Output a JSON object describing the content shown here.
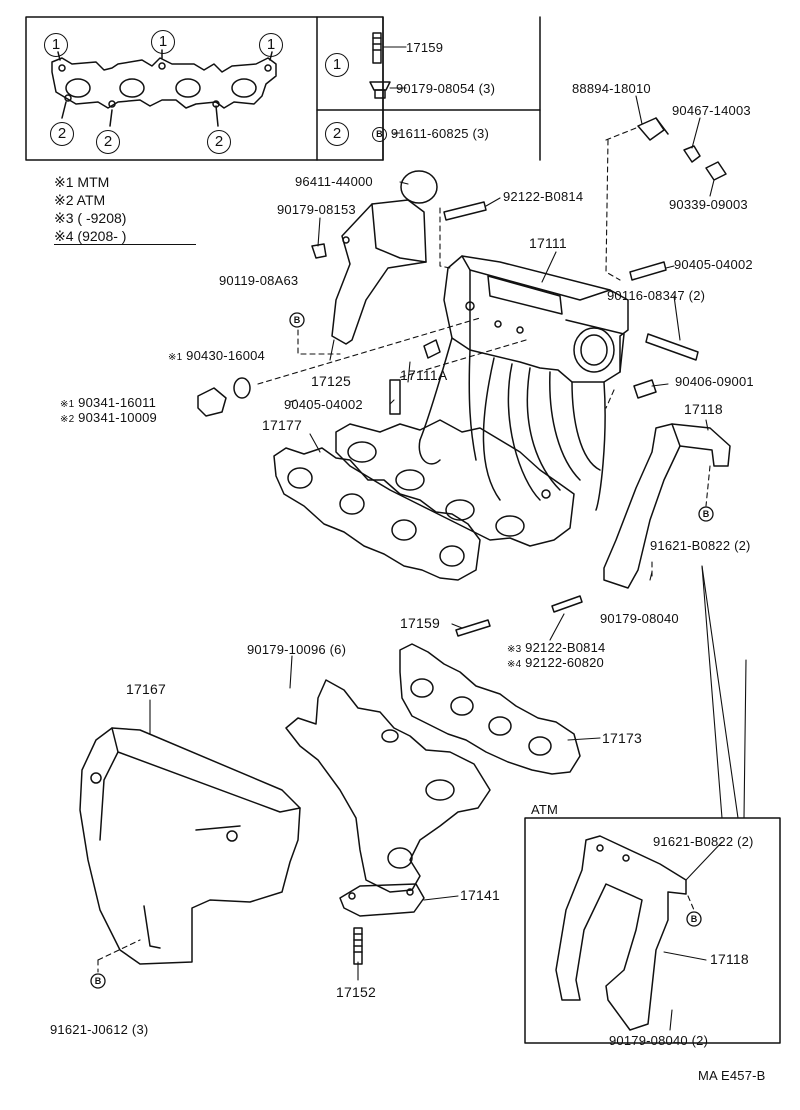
{
  "legend": {
    "circle1": "1",
    "circle2": "2",
    "row1_stud": "17159",
    "row1_nut": "90179-08054 (3)",
    "row2_mark": "B",
    "row2_bolt": "91611-60825 (3)"
  },
  "notes": [
    {
      "mark": "※1",
      "text": "MTM"
    },
    {
      "mark": "※2",
      "text": "ATM"
    },
    {
      "mark": "※3",
      "text": "(      -9208)"
    },
    {
      "mark": "※4",
      "text": "(9208-      )"
    }
  ],
  "parts": {
    "p88894": "88894-18010",
    "p90467": "90467-14003",
    "p96411": "96411-44000",
    "p92122a": "92122-B0814",
    "p90339": "90339-09003",
    "p90179_08153": "90179-08153",
    "p17111": "17111",
    "p90405_04002a": "90405-04002",
    "p90119": "90119-08A63",
    "p90116": "90116-08347 (2)",
    "p90430": "90430-16004",
    "p90430_mark": "※1",
    "p17125": "17125",
    "p17111A": "17111A",
    "p90406": "90406-09001",
    "p90341a": "90341-16011",
    "p90341a_mark": "※1",
    "p90341b": "90341-10009",
    "p90341b_mark": "※2",
    "p90405_04002b": "90405-04002",
    "p17118a": "17118",
    "p17177": "17177",
    "p91621_b0822a": "91621-B0822 (2)",
    "p90179_08040a": "90179-08040",
    "p17159": "17159",
    "p92122b": "92122-B0814",
    "p92122b_mark": "※3",
    "p92122c": "92122-60820",
    "p92122c_mark": "※4",
    "p90179_10096": "90179-10096 (6)",
    "p17167": "17167",
    "p17173": "17173",
    "atm_title": "ATM",
    "p91621_b0822b": "91621-B0822 (2)",
    "p17118b": "17118",
    "p17141": "17141",
    "p17152": "17152",
    "p90179_08040b": "90179-08040 (2)",
    "p91621_j0612": "91621-J0612 (3)",
    "b_mark": "B"
  },
  "drawing_code": "MA E457-B"
}
